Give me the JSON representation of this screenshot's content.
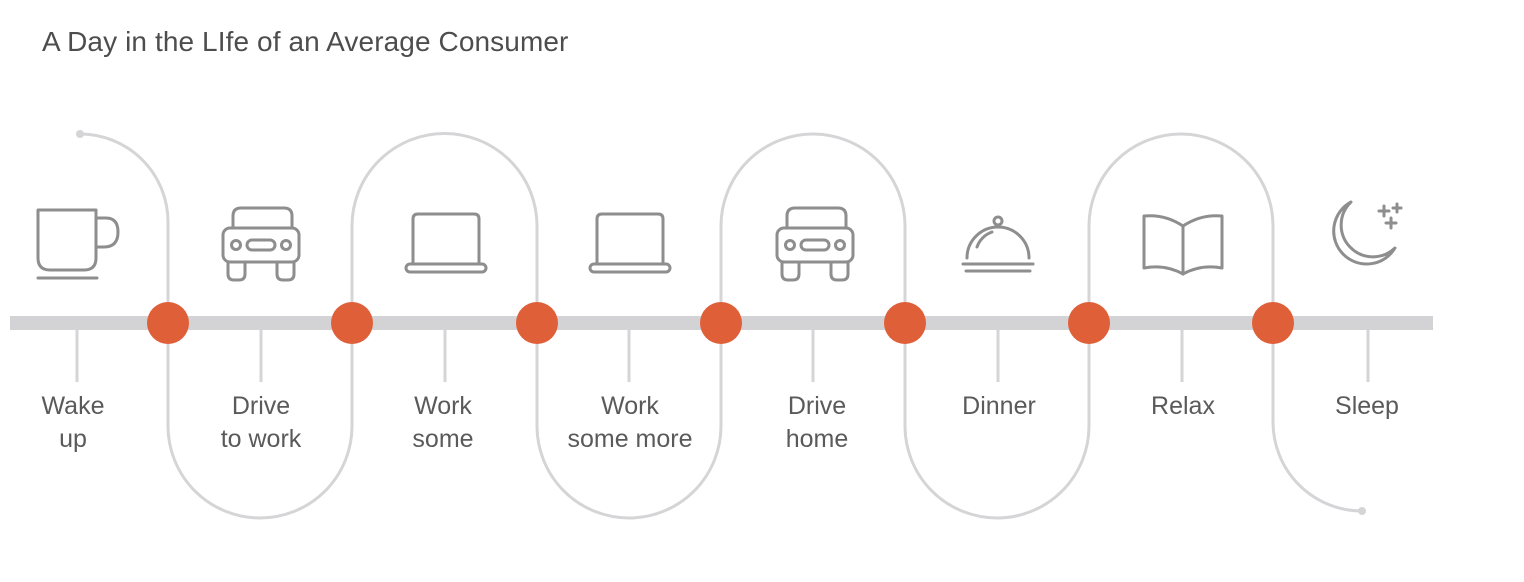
{
  "title": "A Day in the LIfe of an Average Consumer",
  "colors": {
    "track": "#d3d3d5",
    "curve": "#d5d5d7",
    "dot": "#df5f38",
    "icon": "#8e8e8e",
    "text": "#5a5a5a"
  },
  "steps": [
    {
      "icon": "coffee-cup-icon",
      "lines": [
        "Wake",
        "up"
      ]
    },
    {
      "icon": "car-icon",
      "lines": [
        "Drive",
        "to work"
      ]
    },
    {
      "icon": "laptop-icon",
      "lines": [
        "Work",
        "some"
      ]
    },
    {
      "icon": "laptop-icon",
      "lines": [
        "Work",
        "some more"
      ]
    },
    {
      "icon": "car-icon",
      "lines": [
        "Drive",
        "home"
      ]
    },
    {
      "icon": "serving-cloche-icon",
      "lines": [
        "Dinner"
      ]
    },
    {
      "icon": "open-book-icon",
      "lines": [
        "Relax"
      ]
    },
    {
      "icon": "moon-stars-icon",
      "lines": [
        "Sleep"
      ]
    }
  ]
}
